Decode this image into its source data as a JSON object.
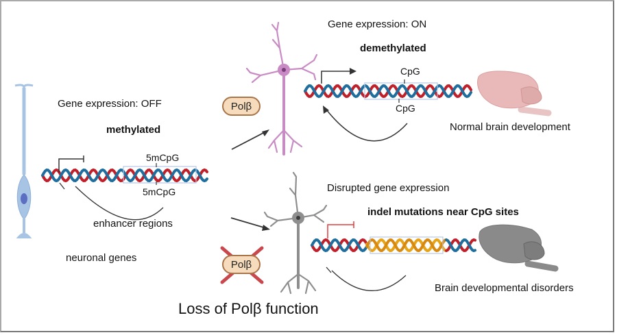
{
  "colors": {
    "strand_red": "#c0202a",
    "strand_blue": "#1f6e9e",
    "strand_mutant_orange": "#e8a418",
    "strand_mutant_dark": "#d88a10",
    "neuron_pink": "#c98bc4",
    "neuron_gray": "#8e8e8e",
    "progenitor_blue": "#a8c4e4",
    "brain_pink": "#e9b8b8",
    "brain_gray": "#8a8a8a",
    "badge_fill": "#f6dcbc",
    "cross_red": "#c9484e",
    "repression_red": "#e23b3b"
  },
  "left_panel": {
    "state_label": "Gene expression: OFF",
    "methylation_label": "methylated",
    "cpg_top": "5mCpG",
    "cpg_bottom": "5mCpG",
    "enhancer_label": "enhancer regions",
    "genes_label": "neuronal genes",
    "cell_icon": "radial-glia-progenitor-icon"
  },
  "top_panel": {
    "enzyme_badge": "Polβ",
    "state_label": "Gene expression: ON",
    "methylation_label": "demethylated",
    "cpg_top": "CpG",
    "cpg_bottom": "CpG",
    "outcome_label": "Normal brain development",
    "neuron_icon": "healthy-neuron-icon",
    "brain_icon": "normal-brain-icon"
  },
  "bottom_panel": {
    "enzyme_badge": "Polβ",
    "state_label": "Disrupted gene expression",
    "mutation_label": "indel mutations near CpG sites",
    "outcome_label": "Brain developmental disorders",
    "title": "Loss of Polβ function",
    "neuron_icon": "impaired-neuron-icon",
    "brain_icon": "abnormal-brain-icon"
  }
}
